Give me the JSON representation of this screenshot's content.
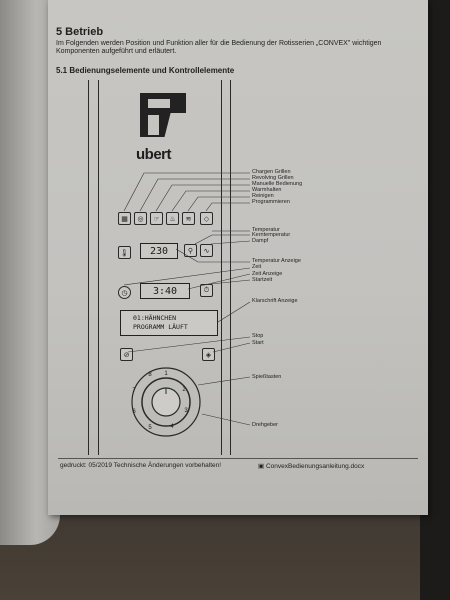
{
  "document": {
    "heading": "5  Betrieb",
    "intro": "Im Folgenden werden Position und Funktion aller für die Bedienung der Rotisserien „CONVEX\" wichtigen Komponenten aufgeführt und erläutert.",
    "subheading": "5.1  Bedienungselemente und Kontrollelemente",
    "footer_left": "gedruckt: 05/2019  Technische Änderungen vorbehalten!",
    "footer_right": "ConvexBedienungsanleitung.docx"
  },
  "panel": {
    "brand": "ubert",
    "temp_display": "230",
    "time_display": "3:40",
    "lcd_line1": "01:HÄHNCHEN",
    "lcd_line2": "PROGRAMM LÄUFT",
    "dial_numbers": [
      "1",
      "2",
      "3",
      "4",
      "5",
      "6",
      "7",
      "8"
    ]
  },
  "labels": {
    "chargen_grillen": "Chargen Grillen",
    "revolving_grillen": "Revolving Grillen",
    "manuelle_bedienung": "Manuelle Bedienung",
    "warmhalten": "Warmhalten",
    "reinigen": "Reinigen",
    "programmieren": "Programmieren",
    "temperatur": "Temperatur",
    "kerntemperatur": "Kerntemperatur",
    "dampf": "Dampf",
    "temperatur_anzeige": "Temperatur Anzeige",
    "zeit": "Zeit",
    "zeit_anzeige": "Zeit Anzeige",
    "startzeit": "Startzeit",
    "klarschrift_anzeige": "Klarschrift Anzeige",
    "stop": "Stop",
    "start": "Start",
    "spiesstasten": "Spießtasten",
    "drehgeber": "Drehgeber"
  }
}
